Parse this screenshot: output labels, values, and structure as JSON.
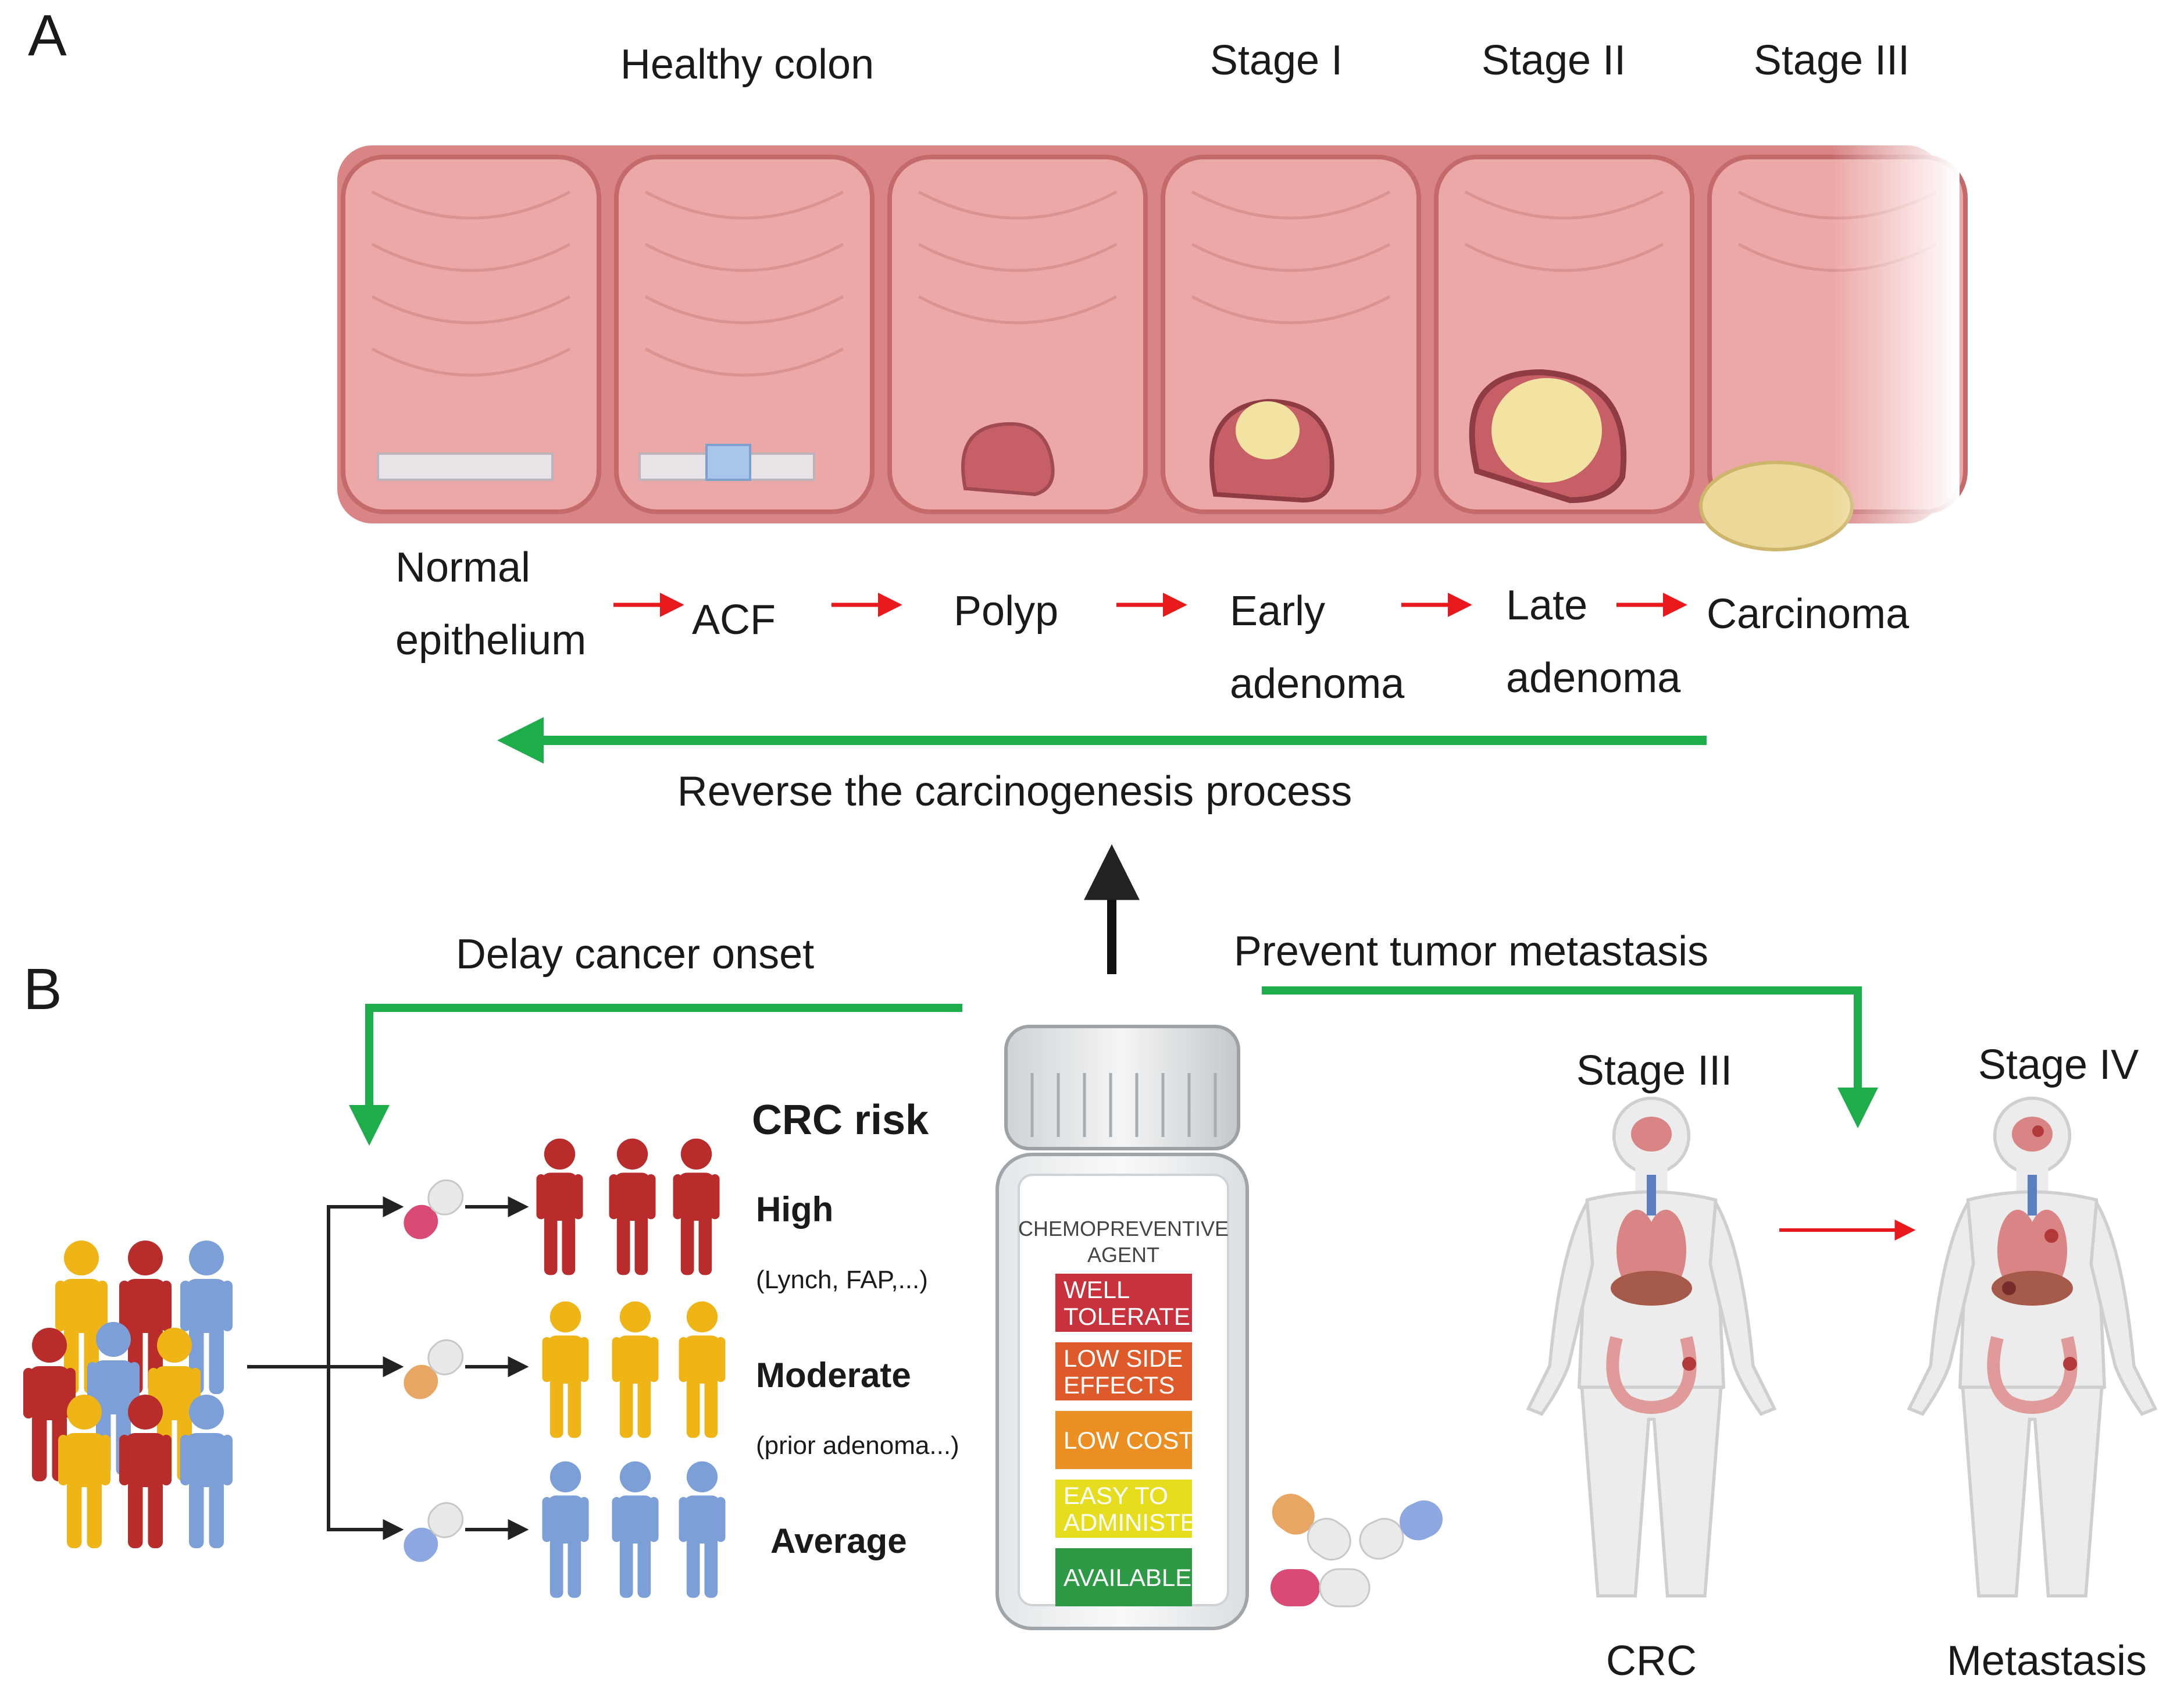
{
  "panel_a": {
    "letter": "A",
    "header_healthy": "Healthy colon",
    "header_stage1": "Stage I",
    "header_stage2": "Stage II",
    "header_stage3": "Stage III",
    "steps": [
      {
        "line1": "Normal",
        "line2": "epithelium"
      },
      {
        "line1": "ACF",
        "line2": ""
      },
      {
        "line1": "Polyp",
        "line2": ""
      },
      {
        "line1": "Early",
        "line2": "adenoma"
      },
      {
        "line1": "Late",
        "line2": "adenoma"
      },
      {
        "line1": "Carcinoma",
        "line2": ""
      }
    ],
    "reverse_label": "Reverse the carcinogenesis process"
  },
  "panel_b": {
    "letter": "B",
    "delay_label": "Delay cancer onset",
    "prevent_label": "Prevent tumor metastasis",
    "risk_title": "CRC risk",
    "risk_levels": [
      {
        "label": "High",
        "note": "(Lynch, FAP,...)"
      },
      {
        "label": "Moderate",
        "note": "(prior adenoma...)"
      },
      {
        "label": "Average",
        "note": ""
      }
    ],
    "bottle": {
      "heading_line1": "CHEMOPREVENTIVE",
      "heading_line2": "AGENT",
      "properties": [
        {
          "line1": "WELL",
          "line2": "TOLERATED",
          "color": "#c8323c"
        },
        {
          "line1": "LOW SIDE",
          "line2": "EFFECTS",
          "color": "#df5a2a"
        },
        {
          "line1": "LOW COST",
          "line2": "",
          "color": "#eb8f22"
        },
        {
          "line1": "EASY TO",
          "line2": "ADMINISTER",
          "color": "#e6dd1e"
        },
        {
          "line1": "AVAILABLE",
          "line2": "",
          "color": "#2f9a45"
        }
      ]
    },
    "body_left": {
      "stage": "Stage III",
      "caption": "CRC"
    },
    "body_right": {
      "stage": "Stage IV",
      "caption": "Metastasis"
    }
  },
  "colors": {
    "green_arrow": "#1fad4b",
    "red_arrow": "#e8191c",
    "high_risk": "#b82c2c",
    "moderate_risk": "#efb416",
    "average_risk": "#7c9fd8",
    "colon_tissue": "#e9a3a3"
  }
}
